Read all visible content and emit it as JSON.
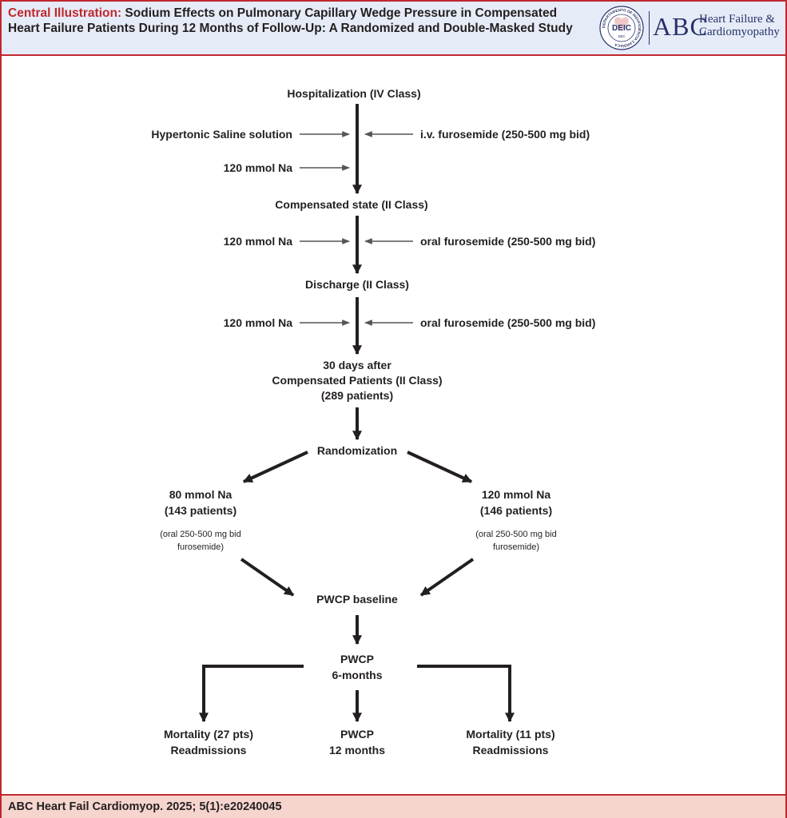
{
  "header": {
    "title_highlight": "Central Illustration:",
    "title_rest": " Sodium Effects on Pulmonary Capillary Wedge Pressure in Compensated Heart Failure Patients During 12 Months of Follow-Up: A Randomized and Double-Masked Study",
    "seal_center": "DEIC",
    "seal_ring": "DEPARTAMENTO DE INSUFICIÊNCIA CARDÍACA",
    "seal_small": "SBC",
    "journal_abbrev": "ABC",
    "journal_line1": "Heart Failure &",
    "journal_line2": "Cardiomyopathy"
  },
  "colors": {
    "frame": "#c0272d",
    "header_bg": "#e6ecf7",
    "footer_bg": "#f6d5cf",
    "logo": "#27326b",
    "ink": "#231f20",
    "thin_arrow": "#555555"
  },
  "flow": {
    "hospitalization": "Hospitalization (IV Class)",
    "hypertonic_saline": "Hypertonic Saline solution",
    "iv_furosemide": "i.v. furosemide (250-500 mg bid)",
    "na_120_a": "120 mmol Na",
    "compensated_state": "Compensated state (II Class)",
    "na_120_b": "120 mmol Na",
    "oral_furosemide_b": "oral furosemide (250-500 mg bid)",
    "discharge": "Discharge (II Class)",
    "na_120_c": "120 mmol Na",
    "oral_furosemide_c": "oral furosemide (250-500 mg bid)",
    "thirty_days_1": "30 days after",
    "thirty_days_2": "Compensated Patients (II Class)",
    "thirty_days_3": "(289 patients)",
    "randomization": "Randomization",
    "left_arm_1": "80 mmol Na",
    "left_arm_2": "(143 patients)",
    "left_note_1": "(oral 250-500 mg bid",
    "left_note_2": "furosemide)",
    "right_arm_1": "120 mmol Na",
    "right_arm_2": "(146 patients)",
    "right_note_1": "(oral 250-500 mg bid",
    "right_note_2": "furosemide)",
    "pwcp_baseline": "PWCP baseline",
    "pwcp6_1": "PWCP",
    "pwcp6_2": "6-months",
    "mortality_left_1": "Mortality (27 pts)",
    "mortality_left_2": "Readmissions",
    "pwcp12_1": "PWCP",
    "pwcp12_2": "12 months",
    "mortality_right_1": "Mortality (11 pts)",
    "mortality_right_2": "Readmissions"
  },
  "footer": {
    "citation": "ABC Heart Fail Cardiomyop. 2025; 5(1):e20240045"
  }
}
